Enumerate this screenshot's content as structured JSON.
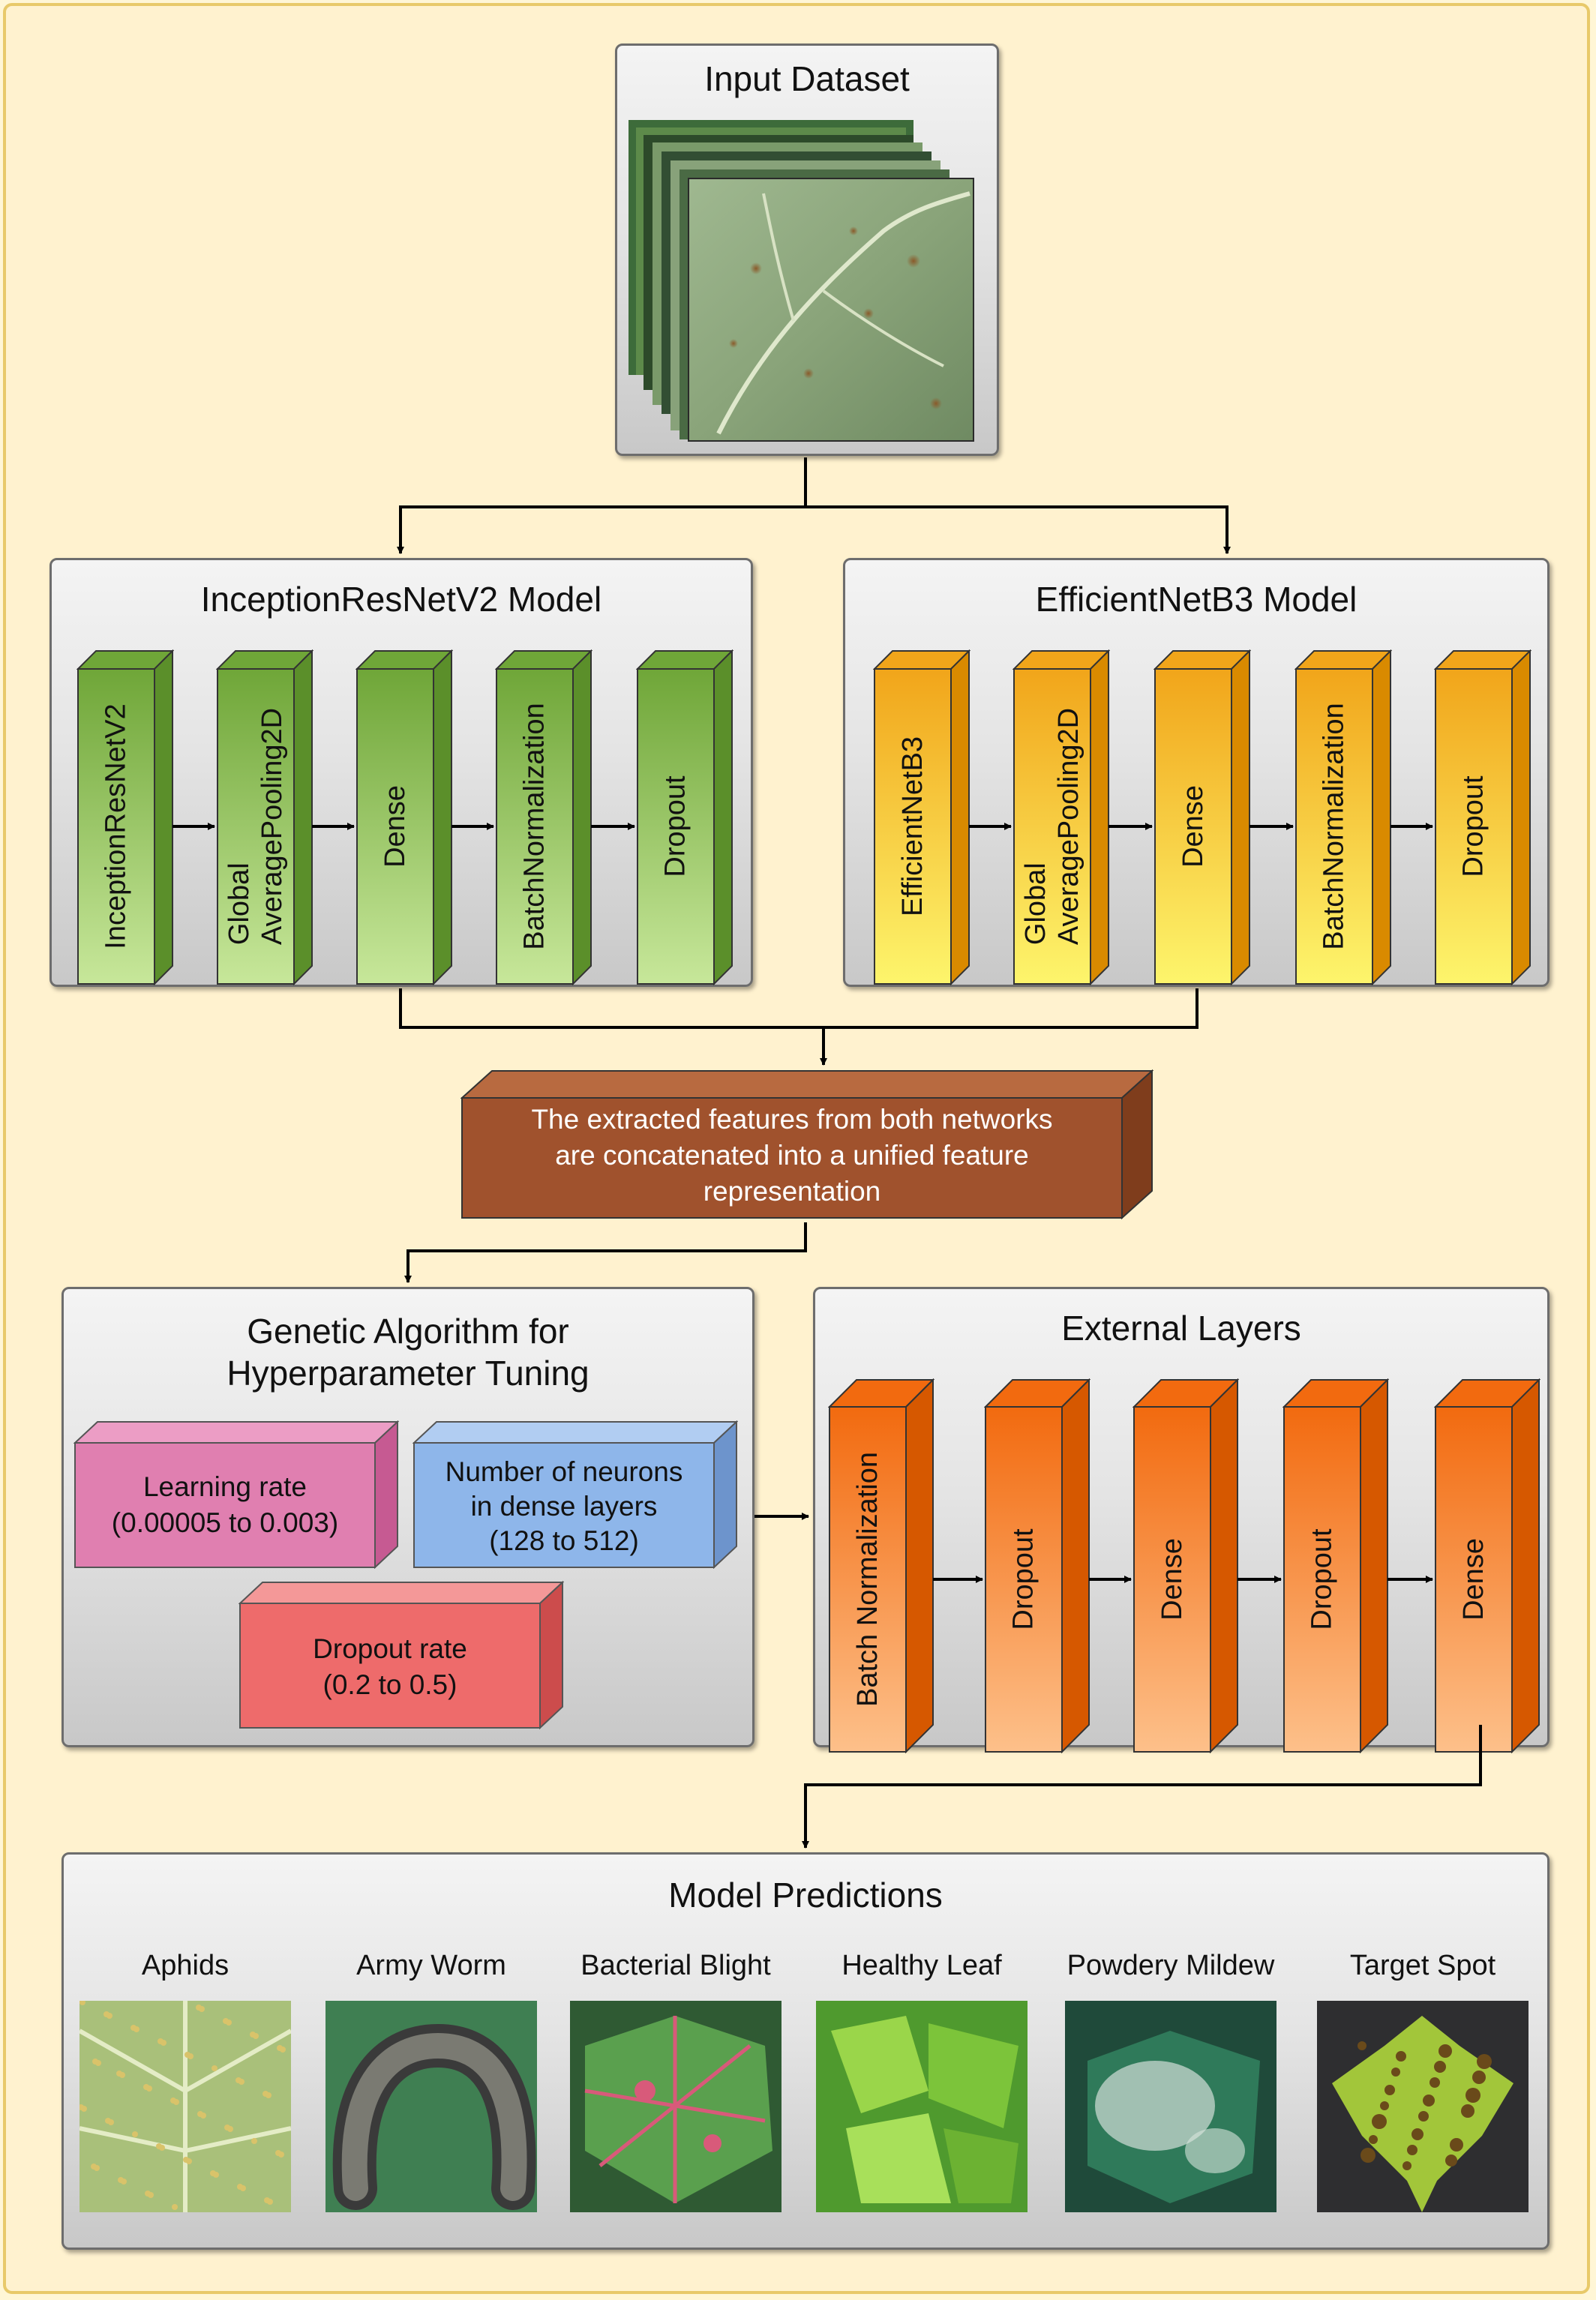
{
  "input": {
    "title": "Input Dataset"
  },
  "inception": {
    "title": "InceptionResNetV2 Model",
    "layers": [
      "InceptionResNetV2",
      "Global\nAveragePooling2D",
      "Dense",
      "BatchNormalization",
      "Dropout"
    ],
    "colors": {
      "top": "#6fa638",
      "bottom": "#c7e79a",
      "side": "#5b8f2a"
    }
  },
  "efficientnet": {
    "title": "EfficientNetB3 Model",
    "layers": [
      "EfficientNetB3",
      "Global\nAveragePooling2D",
      "Dense",
      "BatchNormalization",
      "Dropout"
    ],
    "colors": {
      "top": "#f1a51a",
      "bottom": "#fdf56c",
      "side": "#d98a00"
    }
  },
  "concat": {
    "line1": "The extracted features from both networks",
    "line2": "are concatenated into a unified feature",
    "line3": "representation",
    "color": "#a0522d"
  },
  "genetic": {
    "title_line1": "Genetic Algorithm for",
    "title_line2": "Hyperparameter Tuning",
    "params": [
      {
        "line1": "Learning rate",
        "line2": "(0.00005 to 0.003)",
        "color": "#e07fb0"
      },
      {
        "line1": "Number of neurons",
        "line2": "in dense layers",
        "line3": "(128 to 512)",
        "color": "#8eb6ea"
      },
      {
        "line1": "Dropout rate",
        "line2": "(0.2 to 0.5)",
        "color": "#ee6b6b"
      }
    ]
  },
  "external": {
    "title": "External Layers",
    "layers": [
      "Batch Normalization",
      "Dropout",
      "Dense",
      "Dropout",
      "Dense"
    ],
    "colors": {
      "top": "#f26a0f",
      "bottom": "#fdc08a",
      "side": "#d65800"
    }
  },
  "predictions": {
    "title": "Model Predictions",
    "classes": [
      "Aphids",
      "Army Worm",
      "Bacterial Blight",
      "Healthy Leaf",
      "Powdery Mildew",
      "Target Spot"
    ]
  }
}
